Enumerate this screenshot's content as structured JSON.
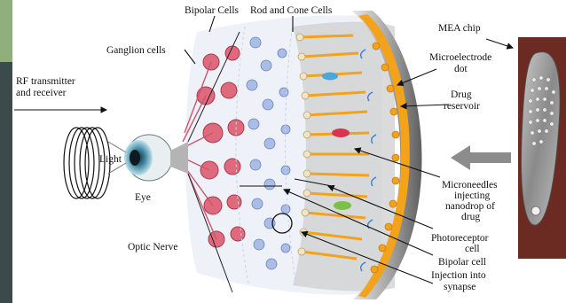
{
  "labels": {
    "bipolar_cells_top": "Bipolar Cells",
    "rod_and_cone_cells": "Rod and Cone Cells",
    "ganglion_cells": "Ganglion cells",
    "rf_line1": "RF transmitter",
    "rf_line2": "and receiver",
    "light": "Light",
    "eye": "Eye",
    "optic_nerve": "Optic Nerve",
    "mea_chip": "MEA chip",
    "microelectrode_line1": "Microelectrode",
    "microelectrode_line2": "dot",
    "drug_line1": "Drug",
    "drug_line2": "reservoir",
    "micro_line1": "Microneedles",
    "micro_line2": "injecting",
    "micro_line3": "nanodrop of",
    "micro_line4": "drug",
    "photo_line1": "Photoreceptor",
    "photo_line2": "cell",
    "bipolar_cell": "Bipolar cell",
    "injection_line1": "Injection into",
    "injection_line2": "synapse"
  },
  "colors": {
    "orange_implant": "#f3a21c",
    "ganglion_pink": "#e06a7d",
    "bipolar_blue": "#9fb5e0",
    "grey_shell": "#9a9a9a",
    "chip_red": "#8a2b1f",
    "side_bar": "#3b4a4a",
    "side_accent": "#8fae7c"
  }
}
